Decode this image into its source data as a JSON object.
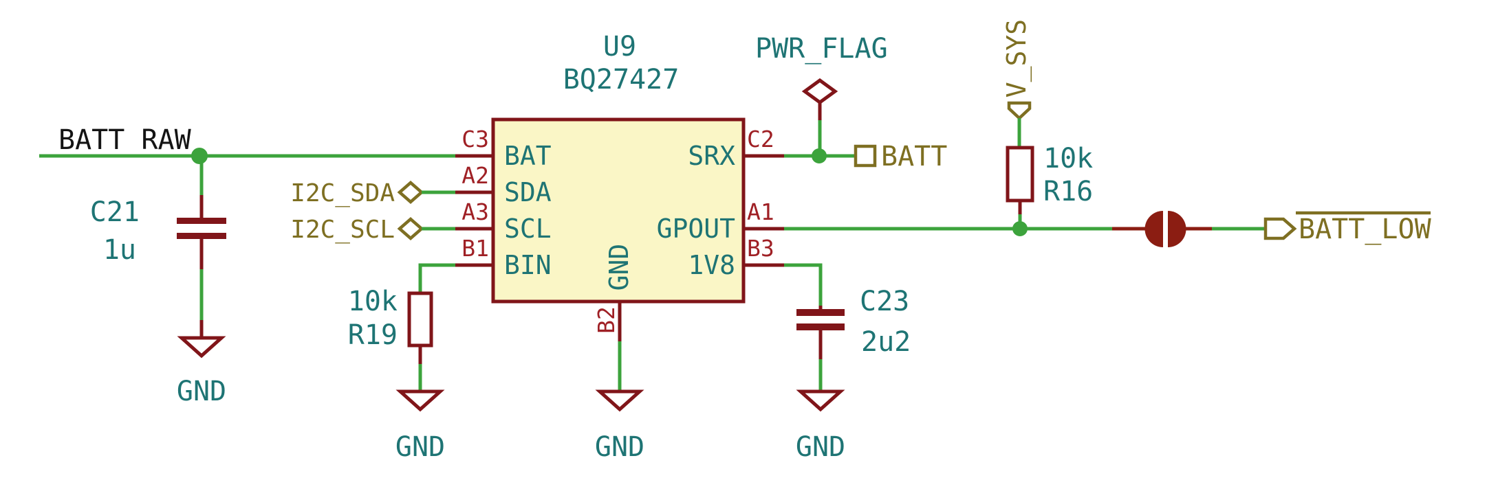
{
  "labels": {
    "batt_raw": "BATT_RAW",
    "i2c_sda": "I2C_SDA",
    "i2c_scl": "I2C_SCL",
    "pwr_flag": "PWR_FLAG",
    "batt": "BATT",
    "v_sys": "V_SYS",
    "batt_low": "BATT_LOW",
    "gnd": "GND"
  },
  "ic": {
    "ref": "U9",
    "value": "BQ27427",
    "pins_left": [
      {
        "num": "C3",
        "name": "BAT"
      },
      {
        "num": "A2",
        "name": "SDA"
      },
      {
        "num": "A3",
        "name": "SCL"
      },
      {
        "num": "B1",
        "name": "BIN"
      }
    ],
    "pins_right": [
      {
        "num": "C2",
        "name": "SRX"
      },
      {
        "num": "A1",
        "name": "GPOUT"
      },
      {
        "num": "B3",
        "name": "1V8"
      }
    ],
    "pin_bottom": {
      "num": "B2",
      "name": "GND"
    }
  },
  "components": {
    "c21": {
      "ref": "C21",
      "value": "1u"
    },
    "r19": {
      "ref": "R19",
      "value": "10k"
    },
    "r16": {
      "ref": "R16",
      "value": "10k"
    },
    "c23": {
      "ref": "C23",
      "value": "2u2"
    }
  },
  "colors": {
    "wire_green": "#3CA33C",
    "symbol_maroon": "#801519",
    "pin_number_red": "#9F2025",
    "field_teal": "#1E7474",
    "hier_label_olive": "#7E6F22",
    "local_label_black": "#141414",
    "ic_fill_yellow": "#FAF6C6",
    "jumper_red": "#8B1D12",
    "background": "#FFFFFF"
  }
}
